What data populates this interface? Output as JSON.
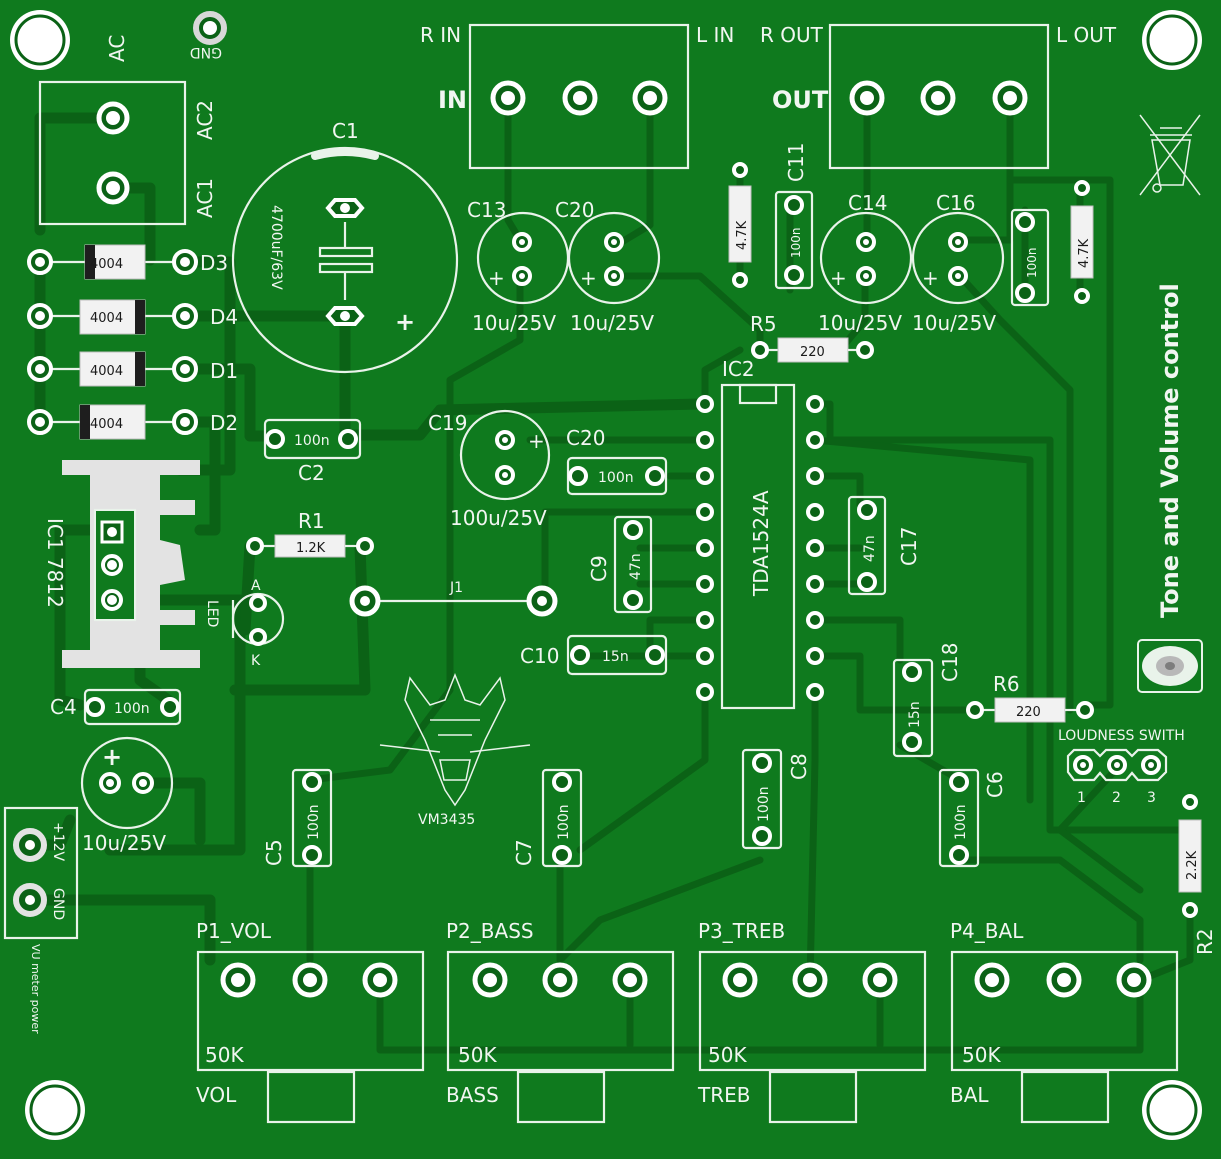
{
  "board": {
    "title": "Tone and Volume control",
    "signature": "VM3435",
    "ic_main": "TDA1524A",
    "ic_main_ref": "IC2"
  },
  "connectors": {
    "ac": "AC",
    "ac1": "AC1",
    "ac2": "AC2",
    "gnd": "GND",
    "in_label": "IN",
    "r_in": "R IN",
    "l_in": "L IN",
    "out_label": "OUT",
    "r_out": "R OUT",
    "l_out": "L OUT",
    "vu_plus": "+12V",
    "vu_gnd": "GND",
    "vu_caption": "VU meter power"
  },
  "diodes": [
    {
      "ref": "D3",
      "value": "4004"
    },
    {
      "ref": "D4",
      "value": "4004"
    },
    {
      "ref": "D1",
      "value": "4004"
    },
    {
      "ref": "D2",
      "value": "4004"
    }
  ],
  "regulator": {
    "ref": "IC1",
    "value": "7812",
    "label": "IC1 7812"
  },
  "led": {
    "ref": "LED",
    "anode": "A",
    "cathode": "K"
  },
  "jumper": {
    "ref": "J1"
  },
  "capacitors": {
    "c1": {
      "ref": "C1",
      "value": "4700uF/63V",
      "plus": "+"
    },
    "c2": {
      "ref": "C2",
      "value": "100n"
    },
    "c4": {
      "ref": "C4",
      "value": "100n"
    },
    "c4e": {
      "value": "10u/25V"
    },
    "c5": {
      "ref": "C5",
      "value": "100n"
    },
    "c6": {
      "ref": "C6",
      "value": "100n"
    },
    "c7": {
      "ref": "C7",
      "value": "100n"
    },
    "c8": {
      "ref": "C8",
      "value": "100n"
    },
    "c9": {
      "ref": "C9",
      "value": "47n"
    },
    "c10": {
      "ref": "C10",
      "value": "15n"
    },
    "c11": {
      "ref": "C11",
      "value": "100n"
    },
    "c13": {
      "ref": "C13",
      "value": "10u/25V"
    },
    "c14": {
      "ref": "C14",
      "value": "10u/25V"
    },
    "c16": {
      "ref": "C16",
      "value": "10u/25V"
    },
    "c16b": {
      "value": "100n"
    },
    "c17": {
      "ref": "C17",
      "value": "47n"
    },
    "c18": {
      "ref": "C18",
      "value": "15n"
    },
    "c19": {
      "ref": "C19",
      "value": "100u/25V"
    },
    "c20": {
      "ref": "C20",
      "value": "10u/25V"
    },
    "c20b": {
      "ref": "C20",
      "value": "100n"
    }
  },
  "resistors": {
    "r1": {
      "ref": "R1",
      "value": "1.2K"
    },
    "r2": {
      "ref": "R2",
      "value": "2.2K"
    },
    "r5": {
      "ref": "R5",
      "value": "220"
    },
    "r6": {
      "ref": "R6",
      "value": "220"
    },
    "r_left": {
      "value": "4.7K"
    },
    "r_right": {
      "value": "4.7K"
    }
  },
  "loudness": {
    "label": "LOUDNESS SWITH",
    "pins": [
      "1",
      "2",
      "3"
    ]
  },
  "pots": [
    {
      "ref": "P1_VOL",
      "value": "50K",
      "name": "VOL"
    },
    {
      "ref": "P2_BASS",
      "value": "50K",
      "name": "BASS"
    },
    {
      "ref": "P3_TREB",
      "value": "50K",
      "name": "TREB"
    },
    {
      "ref": "P4_BAL",
      "value": "50K",
      "name": "BAL"
    }
  ],
  "colors": {
    "board": "#0f7a1e",
    "copper": "#0b6216",
    "silk": "#e9f3ea"
  }
}
